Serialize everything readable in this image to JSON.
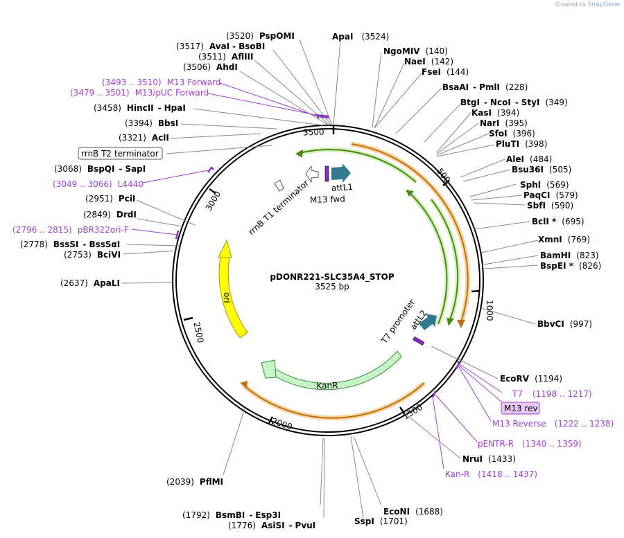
{
  "credit": {
    "prefix": "Created by",
    "brand": "SnapGene"
  },
  "plasmid": {
    "name": "pDONR221-SLC35A4_STOP",
    "length_label": "3525 bp",
    "length": 3525
  },
  "ticks": [
    "500",
    "1000",
    "1500",
    "2000",
    "2500",
    "3000",
    "3500"
  ],
  "enzymes": [
    {
      "name": "ApaI",
      "pos": "(3524)"
    },
    {
      "name": "PspOMI",
      "pos": "(3520)"
    },
    {
      "name": "AvaI",
      "name2": "BsoBI",
      "pos": "(3517)"
    },
    {
      "name": "AflIII",
      "pos": "(3511)"
    },
    {
      "name": "AhdI",
      "pos": "(3506)"
    },
    {
      "name": "HincII",
      "name2": "HpaI",
      "pos": "(3458)"
    },
    {
      "name": "BbsI",
      "pos": "(3394)"
    },
    {
      "name": "AclI",
      "pos": "(3321)"
    },
    {
      "name": "BspQI",
      "name2": "SapI",
      "pos": "(3068)"
    },
    {
      "name": "PciI",
      "pos": "(2951)"
    },
    {
      "name": "DrdI",
      "pos": "(2849)"
    },
    {
      "name": "BssSI",
      "name2": "BssSαI",
      "pos": "(2778)"
    },
    {
      "name": "BciVI",
      "pos": "(2753)"
    },
    {
      "name": "ApaLI",
      "pos": "(2637)"
    },
    {
      "name": "PflMI",
      "pos": "(2039)"
    },
    {
      "name": "BsmBI",
      "name2": "Esp3I",
      "pos": "(1792)"
    },
    {
      "name": "AsiSI",
      "name2": "PvuI",
      "pos": "(1776)"
    },
    {
      "name": "SspI",
      "pos": "(1701)"
    },
    {
      "name": "EcoNI",
      "pos": "(1688)"
    },
    {
      "name": "NruI",
      "pos": "(1433)"
    },
    {
      "name": "EcoRV",
      "pos": "(1194)"
    },
    {
      "name": "BbvCI",
      "pos": "(997)"
    },
    {
      "name": "BspEI *",
      "pos": "(826)"
    },
    {
      "name": "BamHI",
      "pos": "(823)"
    },
    {
      "name": "XmnI",
      "pos": "(769)"
    },
    {
      "name": "BclI *",
      "pos": "(695)"
    },
    {
      "name": "SbfI",
      "pos": "(590)"
    },
    {
      "name": "PaqCI",
      "pos": "(579)"
    },
    {
      "name": "SphI",
      "pos": "(569)"
    },
    {
      "name": "Bsu36I",
      "pos": "(505)"
    },
    {
      "name": "AleI",
      "pos": "(484)"
    },
    {
      "name": "PluTI",
      "pos": "(398)"
    },
    {
      "name": "SfoI",
      "pos": "(396)"
    },
    {
      "name": "NarI",
      "pos": "(395)"
    },
    {
      "name": "KasI",
      "pos": "(394)"
    },
    {
      "name": "BtgI",
      "name2": "NcoI",
      "name3": "StyI",
      "pos": "(349)"
    },
    {
      "name": "BsaAI",
      "name2": "PmlI",
      "pos": "(228)"
    },
    {
      "name": "FseI",
      "pos": "(144)"
    },
    {
      "name": "NaeI",
      "pos": "(142)"
    },
    {
      "name": "NgoMIV",
      "pos": "(140)"
    }
  ],
  "primers": [
    {
      "name": "M13 Forward",
      "pos": "(3493 .. 3510)"
    },
    {
      "name": "M13/pUC Forward",
      "pos": "(3479 .. 3501)"
    },
    {
      "name": "L4440",
      "pos": "(3049 .. 3066)"
    },
    {
      "name": "pBR322ori-F",
      "pos": "(2796 .. 2815)"
    },
    {
      "name": "T7",
      "pos": "(1198 .. 1217)"
    },
    {
      "name": "M13 rev"
    },
    {
      "name": "M13 Reverse",
      "pos": "(1222 .. 1238)"
    },
    {
      "name": "pENTR-R",
      "pos": "(1340 .. 1359)"
    },
    {
      "name": "Kan-R",
      "pos": "(1418 .. 1437)"
    }
  ],
  "features": {
    "rrnB_T2": "rrnB T2 terminator",
    "rrnB_T1": "rrnB T1 terminator",
    "M13_fwd": "M13 fwd",
    "attL1": "attL1",
    "T7_promoter": "T7 promoter",
    "attL2": "attL2",
    "KanR": "KanR",
    "ori": "ori"
  },
  "colors": {
    "ori": "#ffff00",
    "KanR": "#c8f5c8",
    "att": "#2f7a8c",
    "orange_arc": "#e8a040",
    "green_arc": "#7cc24a",
    "primer": "#a23dd6"
  }
}
